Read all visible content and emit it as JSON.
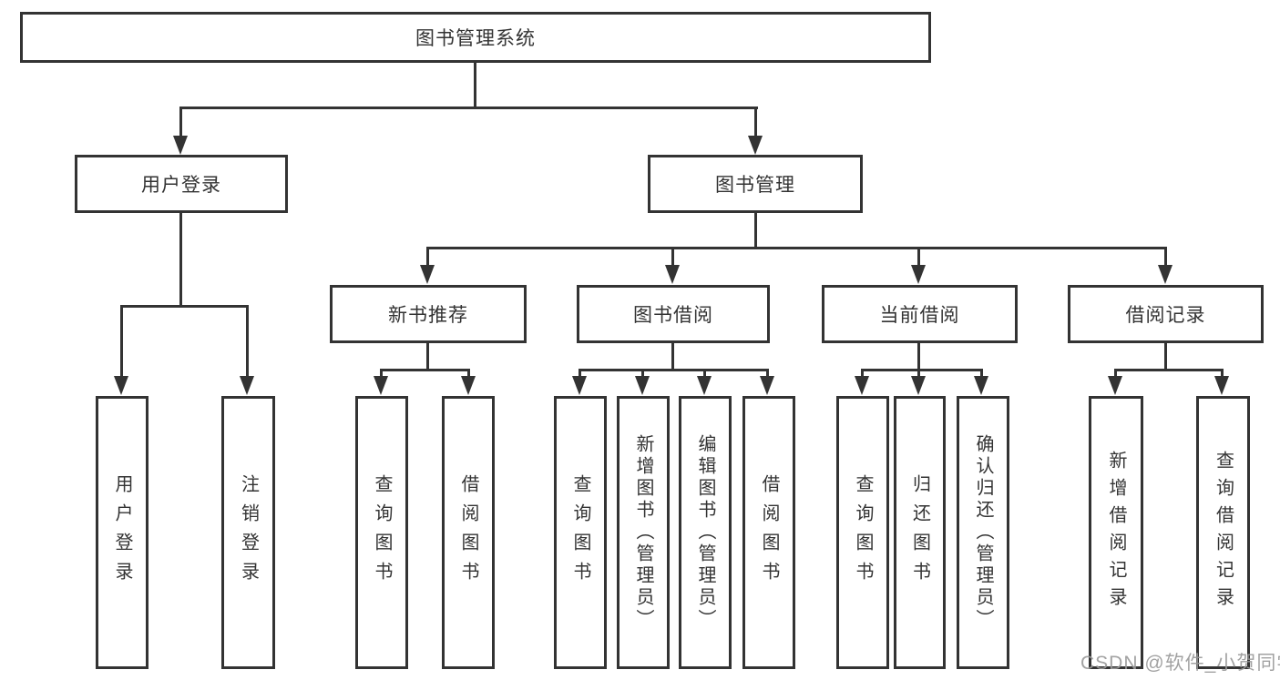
{
  "diagram": {
    "title": "图书管理系统",
    "colors": {
      "line": "#333333",
      "box_border": "#333333",
      "text": "#333333",
      "background": "#ffffff",
      "watermark": "#9a9a9a"
    },
    "tree": {
      "root": {
        "label": "图书管理系统"
      },
      "level2": [
        {
          "id": "user-login",
          "label": "用户登录"
        },
        {
          "id": "book-management",
          "label": "图书管理"
        }
      ],
      "level3": [
        {
          "id": "new-book-recommend",
          "parent": "book-management",
          "label": "新书推荐"
        },
        {
          "id": "book-borrow",
          "parent": "book-management",
          "label": "图书借阅"
        },
        {
          "id": "current-borrow",
          "parent": "book-management",
          "label": "当前借阅"
        },
        {
          "id": "borrow-record",
          "parent": "book-management",
          "label": "借阅记录"
        }
      ],
      "level4": [
        {
          "id": "user-login-action",
          "parent": "user-login",
          "label": "用户登录"
        },
        {
          "id": "logout-action",
          "parent": "user-login",
          "label": "注销登录"
        },
        {
          "id": "query-book-recommend",
          "parent": "new-book-recommend",
          "label": "查询图书"
        },
        {
          "id": "borrow-book-recommend",
          "parent": "new-book-recommend",
          "label": "借阅图书"
        },
        {
          "id": "query-book-borrow",
          "parent": "book-borrow",
          "label": "查询图书"
        },
        {
          "id": "add-book-admin",
          "parent": "book-borrow",
          "label": "新增图书（管理员）"
        },
        {
          "id": "edit-book-admin",
          "parent": "book-borrow",
          "label": "编辑图书（管理员）"
        },
        {
          "id": "borrow-book",
          "parent": "book-borrow",
          "label": "借阅图书"
        },
        {
          "id": "query-book-current",
          "parent": "current-borrow",
          "label": "查询图书"
        },
        {
          "id": "return-book",
          "parent": "current-borrow",
          "label": "归还图书"
        },
        {
          "id": "confirm-return-admin",
          "parent": "current-borrow",
          "label": "确认归还（管理员）"
        },
        {
          "id": "add-borrow-record",
          "parent": "borrow-record",
          "label": "新增借阅记录"
        },
        {
          "id": "query-borrow-record",
          "parent": "borrow-record",
          "label": "查询借阅记录"
        }
      ]
    }
  },
  "watermark": {
    "text": "CSDN @软件_小贺同学"
  }
}
